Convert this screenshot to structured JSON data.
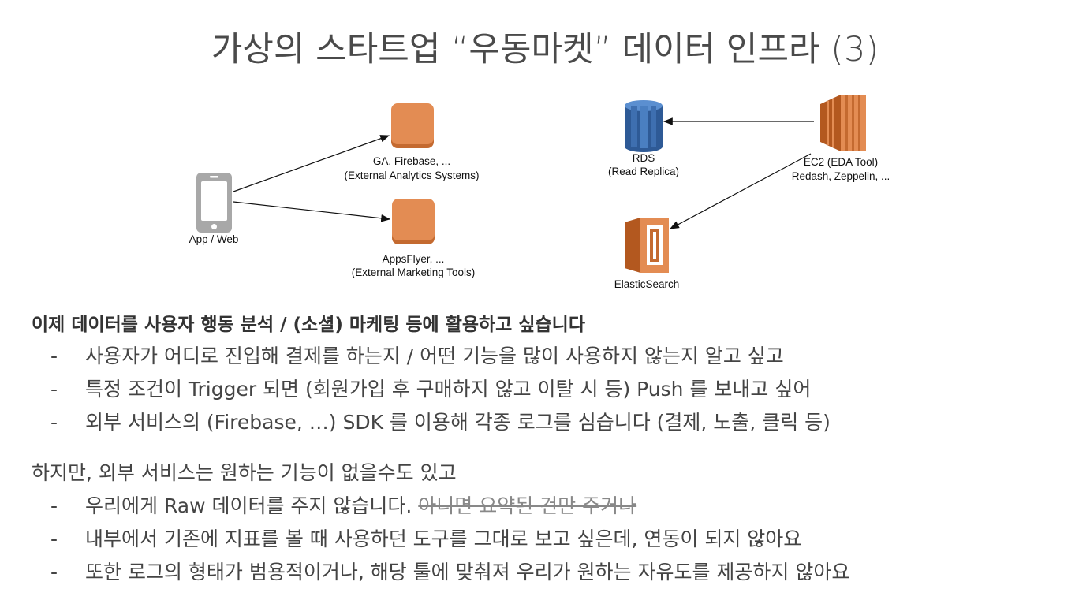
{
  "slide": {
    "title": "가상의 스타트업 “우동마켓” 데이터 인프라 (3)"
  },
  "diagram": {
    "app": {
      "label": "App / Web",
      "icon": "mobile-phone-icon"
    },
    "ga": {
      "label_line1": "GA, Firebase, ...",
      "label_line2": "(External Analytics Systems)",
      "icon": "service-box-icon"
    },
    "appsflyer": {
      "label_line1": "AppsFlyer, ...",
      "label_line2": "(External Marketing Tools)",
      "icon": "service-box-icon"
    },
    "rds": {
      "label_line1": "RDS",
      "label_line2": "(Read Replica)",
      "icon": "rds-database-icon"
    },
    "ec2": {
      "label_line1": "EC2 (EDA Tool)",
      "label_line2": "Redash, Zeppelin, ...",
      "icon": "ec2-instance-icon"
    },
    "es": {
      "label": "ElasticSearch",
      "icon": "elasticsearch-icon"
    },
    "colors": {
      "box": "#e38c53",
      "box_shadow": "#c46a30",
      "rds": "#4a7fc1",
      "rds_dark": "#2e5a96",
      "phone": "#a8a8a8"
    }
  },
  "content": {
    "heading": "이제 데이터를 사용자 행동 분석 / (소셜) 마케팅 등에 활용하고 싶습니다",
    "bullet_char": "-",
    "bullets1": [
      "사용자가 어디로 진입해 결제를 하는지 / 어떤 기능을 많이 사용하지 않는지 알고 싶고",
      "특정 조건이 Trigger 되면 (회원가입 후 구매하지 않고 이탈 시 등) Push 를 보내고 싶어",
      "외부 서비스의 (Firebase, …) SDK 를 이용해 각종 로그를 심습니다 (결제, 노출, 클릭 등)"
    ],
    "subheading": "하지만, 외부 서비스는 원하는 기능이 없을수도 있고",
    "bullets2": [
      {
        "text": "우리에게 Raw 데이터를 주지 않습니다. ",
        "strike": "아니면 요약된 건만 주거나"
      },
      {
        "text": "내부에서 기존에 지표를 볼 때 사용하던 도구를 그대로 보고 싶은데, 연동이 되지 않아요",
        "strike": ""
      },
      {
        "text": "또한 로그의 형태가 범용적이거나, 해당 툴에 맞춰져 우리가 원하는 자유도를 제공하지 않아요",
        "strike": ""
      }
    ]
  }
}
